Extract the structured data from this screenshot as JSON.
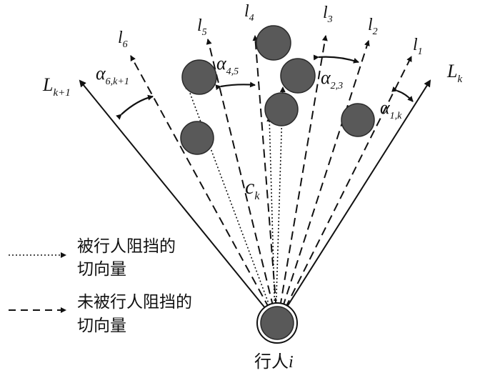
{
  "diagram": {
    "boundaries": {
      "left": {
        "main": "L",
        "sub": "k+1"
      },
      "right": {
        "main": "L",
        "sub": "k"
      }
    },
    "tangents": [
      {
        "id": "l6",
        "main": "l",
        "sub": "6"
      },
      {
        "id": "l5",
        "main": "l",
        "sub": "5"
      },
      {
        "id": "l4",
        "main": "l",
        "sub": "4"
      },
      {
        "id": "l3",
        "main": "l",
        "sub": "3"
      },
      {
        "id": "l2",
        "main": "l",
        "sub": "2"
      },
      {
        "id": "l1",
        "main": "l",
        "sub": "1"
      }
    ],
    "angles": [
      {
        "id": "a6k1",
        "main": "α",
        "sub": "6,k+1"
      },
      {
        "id": "a45",
        "main": "α",
        "sub": "4,5"
      },
      {
        "id": "a23",
        "main": "α",
        "sub": "2,3"
      },
      {
        "id": "a1k",
        "main": "α",
        "sub": "1,k"
      }
    ],
    "center_label": {
      "main": "c",
      "sub": "k"
    },
    "pedestrian_label": {
      "main": "行人",
      "var": "i"
    }
  },
  "legend": {
    "blocked_line1": "被行人阻挡的",
    "blocked_line2": "切向量",
    "unblocked_line1": "未被行人阻挡的",
    "unblocked_line2": "切向量"
  },
  "colors": {
    "obstacle": "#595959",
    "line": "#111111"
  }
}
